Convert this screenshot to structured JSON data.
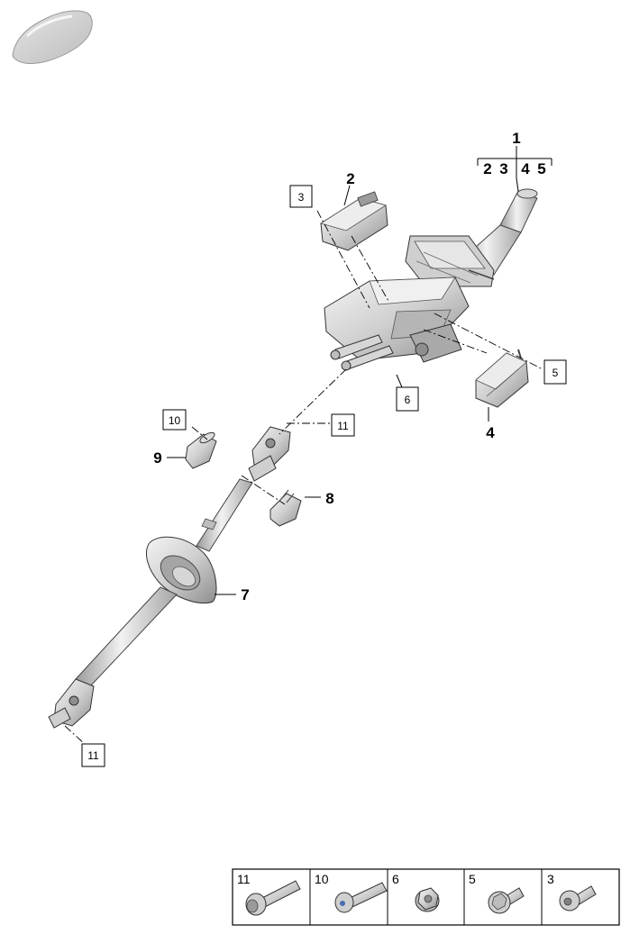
{
  "parent_callout": {
    "number": "1",
    "children": [
      "2",
      "3",
      "4",
      "5"
    ]
  },
  "bold_callouts": {
    "c2": "2",
    "c4": "4",
    "c7": "7",
    "c8": "8",
    "c9": "9"
  },
  "boxed_callouts": {
    "b3": "3",
    "b5": "5",
    "b6": "6",
    "b10": "10",
    "b11a": "11",
    "b11b": "11"
  },
  "fastener_legend": [
    {
      "number": "11",
      "icon": "bolt-long-flange-icon"
    },
    {
      "number": "10",
      "icon": "bolt-long-icon"
    },
    {
      "number": "6",
      "icon": "flange-nut-icon"
    },
    {
      "number": "5",
      "icon": "bolt-short-flange-icon"
    },
    {
      "number": "3",
      "icon": "bolt-short-icon"
    }
  ],
  "colors": {
    "part_light": "#e9e9e9",
    "part_mid": "#c4c4c4",
    "part_dark": "#8a8a8a",
    "outline": "#333333"
  }
}
